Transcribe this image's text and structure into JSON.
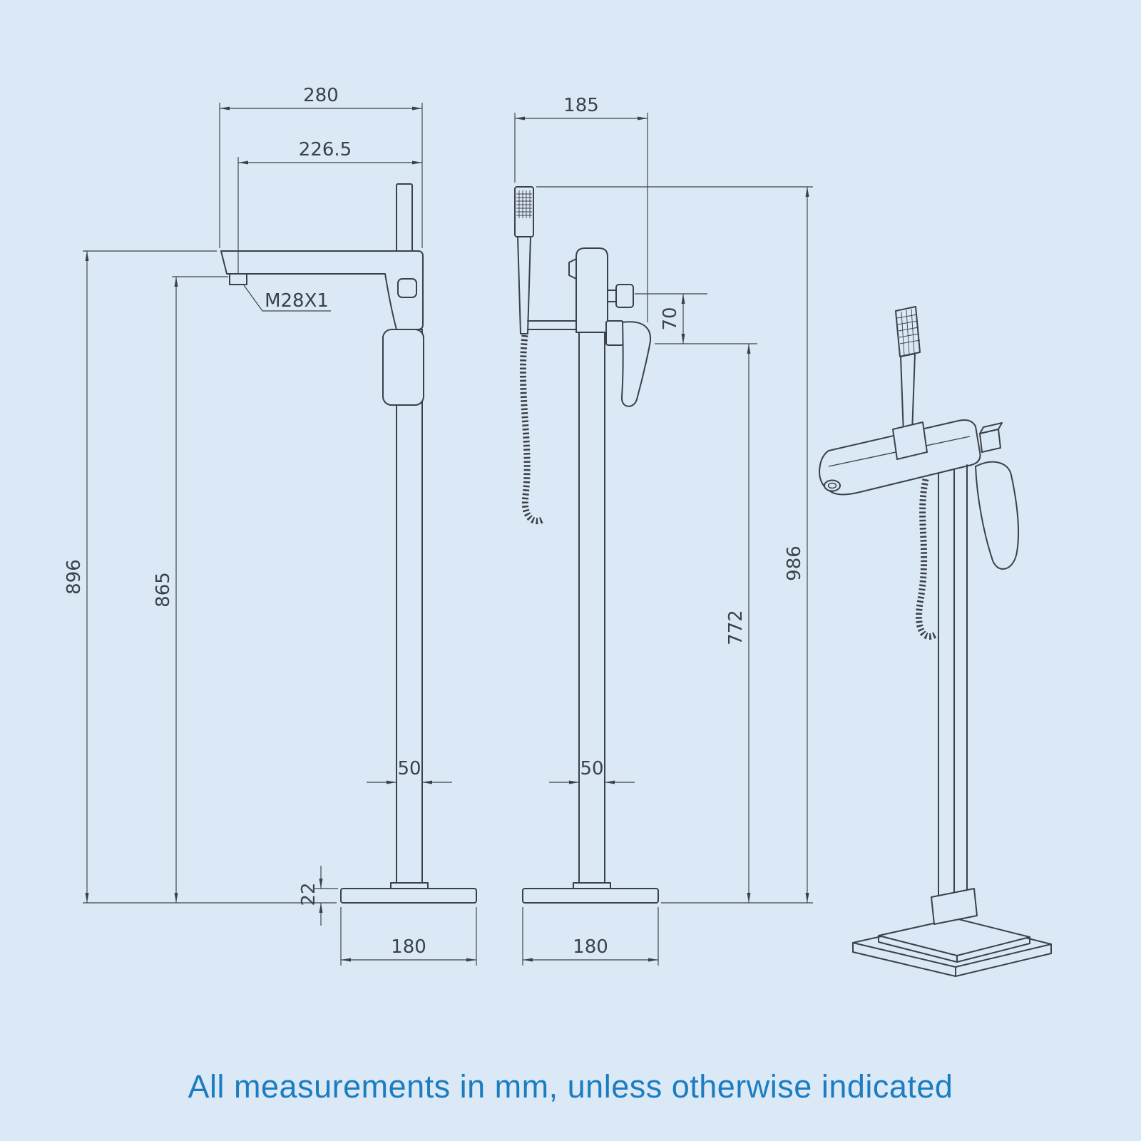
{
  "note": "All measurements in mm, unless otherwise indicated",
  "colors": {
    "background": "#dbe9f7",
    "line": "#3c4148",
    "note": "#1b7dc0"
  },
  "front_view": {
    "width_overall": "280",
    "spout_reach": "226.5",
    "thread_label": "M28X1",
    "height_overall": "896",
    "height_to_spout": "865",
    "column_width": "50",
    "base_thickness": "22",
    "base_width": "180"
  },
  "side_view": {
    "depth_overall": "185",
    "diverter_offset": "70",
    "height_overall": "986",
    "height_to_handle": "772",
    "column_width": "50",
    "base_width": "180"
  }
}
